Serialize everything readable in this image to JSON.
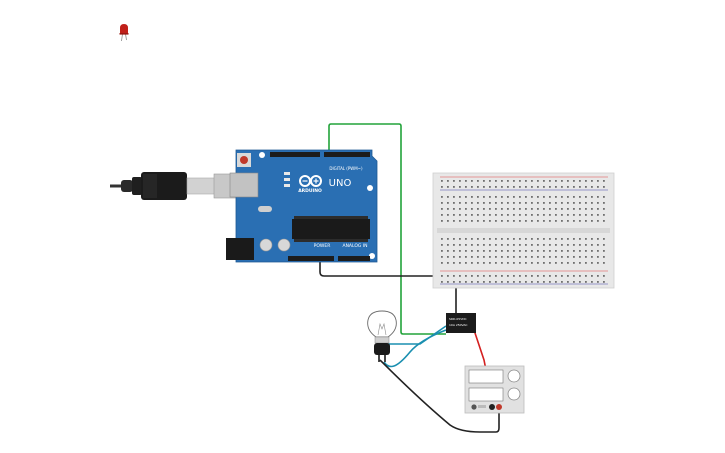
{
  "canvas": {
    "components": [
      {
        "id": "led",
        "icon": "led-icon"
      },
      {
        "id": "arduino",
        "icon": "arduino-uno-icon"
      },
      {
        "id": "usb-cable",
        "icon": "usb-plug-icon"
      },
      {
        "id": "breadboard",
        "icon": "breadboard-icon"
      },
      {
        "id": "relay",
        "icon": "relay-icon"
      },
      {
        "id": "bulb",
        "icon": "light-bulb-icon"
      },
      {
        "id": "power-supply",
        "icon": "power-supply-icon"
      }
    ],
    "wire_colors": {
      "green": "#22a33a",
      "black": "#222222",
      "teal": "#1a8fb0",
      "red": "#d42020"
    }
  },
  "arduino": {
    "brand": "ARDUINO",
    "model": "UNO",
    "digital_label": "DIGITAL (PWM~)",
    "power_label": "POWER",
    "analog_label": "ANALOG IN",
    "board_color": "#2a6fb3"
  },
  "relay": {
    "text_line1": "SRD-05VDC",
    "text_line2": "10A 250VAC"
  }
}
